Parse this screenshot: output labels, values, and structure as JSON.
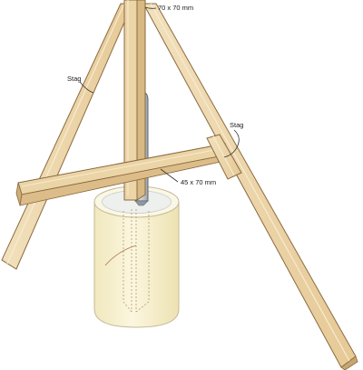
{
  "colors": {
    "wood_face": "#ead2a6",
    "wood_light": "#f3e3c3",
    "wood_edge": "#8a6a3f",
    "wood_shadow": "#d2b584",
    "tube_fill": "#f6efc9",
    "tube_top": "#fbf7e6",
    "tube_edge": "#c4b996",
    "metal": "#a9b2b8",
    "metal_light": "#d7dde1",
    "metal_edge": "#5f686e"
  },
  "labels": {
    "post_size": "70 x 70 mm",
    "brace_left": "Stag",
    "brace_right": "Stag",
    "crossbar_size": "45 x 70 mm"
  }
}
